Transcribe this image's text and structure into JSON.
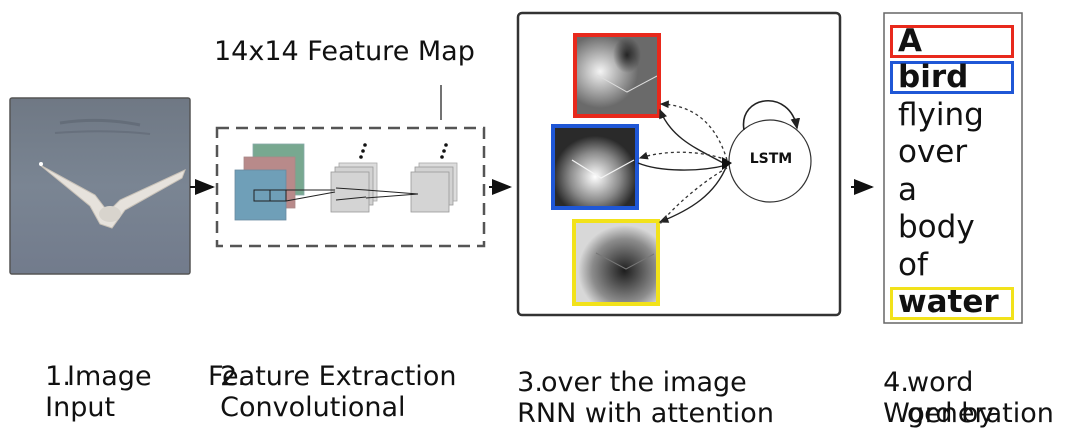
{
  "feature_map_label": "14x14 Feature Map",
  "lstm_label": "LSTM",
  "steps": [
    {
      "number": "1.",
      "lines": [
        "Input",
        "Image"
      ]
    },
    {
      "number": "2.",
      "lines": [
        "Convolutional",
        "Feature Extraction"
      ]
    },
    {
      "number": "3.",
      "lines": [
        "RNN with attention",
        "over the image"
      ]
    },
    {
      "number": "4.",
      "lines": [
        "Word by",
        "word",
        "generation"
      ]
    }
  ],
  "input_image": {
    "description": "seagull flying over water",
    "icon": "bird-photo"
  },
  "attention_maps": [
    {
      "name": "attention-map-red",
      "color": "#e8291c",
      "word": "A"
    },
    {
      "name": "attention-map-blue",
      "color": "#1f57d6",
      "word": "bird"
    },
    {
      "name": "attention-map-yellow",
      "color": "#f2e21a",
      "word": "water"
    }
  ],
  "caption_words": [
    {
      "text": "A",
      "bold": true,
      "highlight": "#e8291c"
    },
    {
      "text": "bird",
      "bold": true,
      "highlight": "#1f57d6"
    },
    {
      "text": "flying",
      "bold": false,
      "highlight": null
    },
    {
      "text": "over",
      "bold": false,
      "highlight": null
    },
    {
      "text": "a",
      "bold": false,
      "highlight": null
    },
    {
      "text": "body",
      "bold": false,
      "highlight": null
    },
    {
      "text": "of",
      "bold": false,
      "highlight": null
    },
    {
      "text": "water",
      "bold": true,
      "highlight": "#f2e21a"
    }
  ],
  "feature_layers": {
    "input_channels": [
      "#6f9fb8",
      "#b88a8a",
      "#78a890"
    ],
    "layer_fill": "#d2d2d2"
  }
}
